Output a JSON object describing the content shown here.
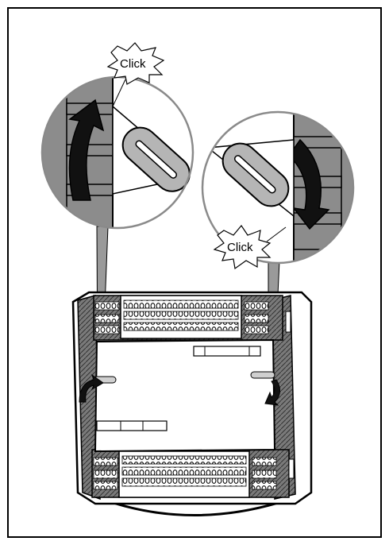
{
  "callouts": {
    "left": {
      "label": "Click"
    },
    "right": {
      "label": "Click"
    }
  },
  "colors": {
    "frame": "#000000",
    "panel_gray": "#8c8c8c",
    "hatch_gray": "#6e6e6e",
    "latch_gray": "#b5b5b5",
    "white": "#ffffff"
  },
  "icons": [
    "burst-callout",
    "curved-arrow-up",
    "curved-arrow-down",
    "latch-lever",
    "zoom-circle"
  ]
}
